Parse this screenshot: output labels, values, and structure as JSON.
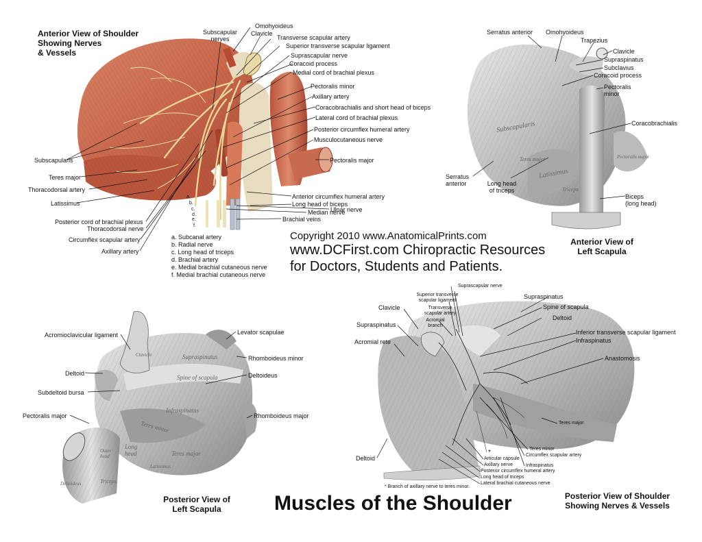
{
  "panels": {
    "anterior_nerves": {
      "title": [
        "Anterior View of Shoulder",
        "Showing Nerves",
        "& Vessels"
      ],
      "labels": {
        "subscapular_nerves": [
          "Subscapular",
          "nerves"
        ],
        "omohyoideus": "Omohyoideus",
        "clavicle": "Clavicle",
        "transverse_scapular_artery": "Transverse scapular artery",
        "superior_transverse_scapular_ligament": "Superior transverse scapular ligament",
        "suprascapular_nerve": "Suprascapular nerve",
        "coracoid_process": "Coracoid process",
        "medial_cord": "Medial cord of brachial plexus",
        "pectoralis_minor": "Pectoralis minor",
        "axillary_artery_top": "Axillary artery",
        "coracobrachialis_biceps": "Coracobrachialis and short head of biceps",
        "lateral_cord": "Lateral cord of brachial plexus",
        "posterior_circumflex": "Posterior circumflex humeral artery",
        "musculocutaneous": "Musculocutaneous nerve",
        "pectoralis_major": "Pectoralis major",
        "anterior_circumflex": "Anterior circumflex humeral artery",
        "long_head_biceps": "Long head of biceps",
        "ulnar_nerve": "Ulnar nerve",
        "median_nerve": "Median nerve",
        "brachial_veins": "Brachial veins",
        "subscapularis": "Subscapularis",
        "teres_major": "Teres major",
        "thoracodorsal_artery": "Thoracodorsal artery",
        "latissimus": "Latissimus",
        "posterior_cord": "Posterior cord of brachial plexus",
        "thoracodorsal_nerve": "Thoracodorsal nerve",
        "circumflex_scapular_artery": "Circumflex scapular artery",
        "axillary_artery_bottom": "Axillary artery",
        "letters": [
          "a.",
          "b.",
          "c.",
          "d.",
          "e.",
          "f."
        ]
      },
      "legend": [
        "a. Subcanal artery",
        "b. Radial nerve",
        "c. Long head of triceps",
        "d. Brachial artery",
        "e. Medial brachial cutaneous nerve",
        "f. Medial brachial cutaneous nerve"
      ]
    },
    "anterior_scapula": {
      "title": [
        "Anterior View of",
        "Left Scapula"
      ],
      "labels": {
        "serratus_anterior_top": "Serratus anterior",
        "omohyoideus": "Omohyoideus",
        "trapezius": "Trapezius",
        "clavicle": "Clavicle",
        "supraspinatus": "Supraspinatus",
        "subclavius": "Subclavius",
        "coracoid_process": "Coracoid process",
        "pectoralis_minor": [
          "Pectoralis",
          "minor"
        ],
        "coracobrachialis": "Coracobrachialis",
        "serratus_anterior_bottom": [
          "Serratus",
          "anterior"
        ],
        "long_head_triceps": [
          "Long head",
          "of triceps"
        ],
        "biceps_long_head": [
          "Biceps",
          "(long head)"
        ]
      },
      "on_image": {
        "subscapularis": "Subscapularis",
        "teres_major": "Teres major",
        "latissimus": "Latissimus",
        "triceps": "Triceps",
        "pectoralis_major": "Pectoralis major"
      }
    },
    "posterior_scapula": {
      "title": [
        "Posterior View of",
        "Left Scapula"
      ],
      "labels": {
        "acromioclavicular": "Acromioclavicular ligament",
        "levator_scapulae": "Levator scapulae",
        "rhomboideus_minor": "Rhomboideus minor",
        "deltoid": "Deltoid",
        "deltoideus": "Deltoideus",
        "subdeltoid_bursa": "Subdeltoid bursa",
        "pectoralis_major": "Pectoralis major",
        "rhomboideus_major": "Rhomboideus major"
      },
      "on_image": {
        "clavicle": "Clavicle",
        "supraspinatus": "Supraspinatus",
        "spine_of_scapula": "Spine of scapula",
        "infraspinatus": "Infraspinatus",
        "teres_minor": "Teres minor",
        "teres_major": "Teres major",
        "long_head": [
          "Long",
          "head"
        ],
        "outer_head": [
          "Outer",
          "head"
        ],
        "latissimus": "Latissimus",
        "deltoideus": "Deltoideus",
        "triceps": "Triceps"
      }
    },
    "posterior_nerves": {
      "title": [
        "Posterior View of Shoulder",
        "Showing Nerves & Vessels"
      ],
      "labels": {
        "suprascapular_nerve": "Suprascapular nerve",
        "superior_transverse_ligament": [
          "Superior transverse",
          "scapular ligament"
        ],
        "transverse_scapular_artery": [
          "Transverse",
          "scapular artery"
        ],
        "acromial_branch": [
          "Acromial",
          "branch"
        ],
        "clavicle": "Clavicle",
        "supraspinatus_top": "Supraspinatus",
        "spine_of_scapula": "Spine of scapula",
        "deltoid_top": "Deltoid",
        "inferior_transverse": "Inferior transverse scapular ligament",
        "infraspinatus_right": "Infraspinatus",
        "supraspinatus_left": "Supraspinatus",
        "acromial_rete": "Acromial rete",
        "anastomosis": "Anastomosis",
        "teres_major": "Teres major",
        "teres_minor": "Teres minor",
        "circumflex_scapular": "Circumflex scapular artery",
        "infraspinatus_bottom": "Infraspinatus",
        "deltoid_bottom": "Deltoid",
        "articular_capsule": "Articular capsule",
        "axillary_nerve": "Axillary nerve",
        "posterior_circumflex": "Posterior circumflex humeral artery",
        "long_head_triceps": "Long head of triceps",
        "lateral_brachial": "Lateral brachial cutaneous nerve",
        "asterisk": "*",
        "footnote": "* Branch of axillary nerve to teres minor."
      }
    }
  },
  "copyright": {
    "line1": "Copyright 2010 www.AnatomicalPrints.com",
    "line2": "www.DCFirst.com Chiropractic Resources",
    "line3": "for Doctors, Students and Patients."
  },
  "main_title": "Muscles of the Shoulder",
  "colors": {
    "muscle_red": "#c8674a",
    "muscle_dark": "#9a3f2a",
    "nerve_yellow": "#e9d9a0",
    "tendon": "#efe6c8",
    "gray_light": "#d8d8d8",
    "gray_mid": "#a9a9a9",
    "gray_dark": "#6e6e6e"
  }
}
